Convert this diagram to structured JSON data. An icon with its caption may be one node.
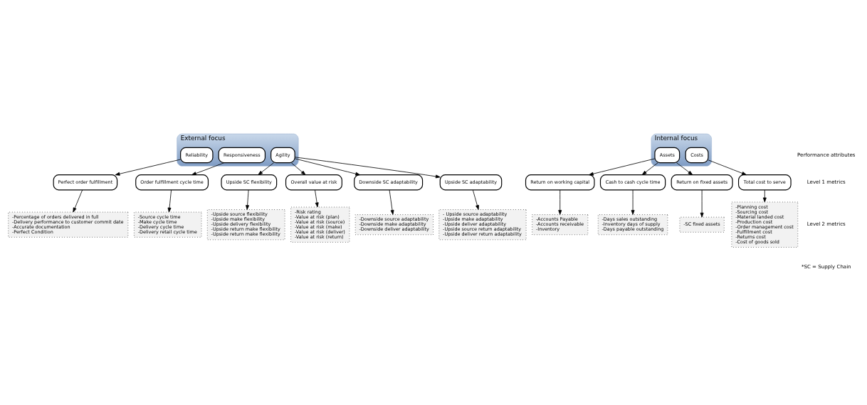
{
  "diagram": {
    "nodes": [
      {
        "text": [
          "External focus"
        ]
      },
      {
        "text": [
          "Reliability"
        ],
        "in": 0
      },
      {
        "text": [
          "Responsiveness"
        ],
        "in": 0
      },
      {
        "text": [
          "Agility"
        ],
        "in": 0
      },
      {
        "text": [
          "Internal focus"
        ]
      },
      {
        "text": [
          "Assets"
        ],
        "in": 4
      },
      {
        "text": [
          "Costs"
        ],
        "in": 4
      },
      {
        "text": [
          "Perfect order fulfillment"
        ]
      },
      {
        "text": [
          "Upside SC flexibility"
        ]
      },
      {
        "text": [
          "Overall value at risk"
        ]
      },
      {
        "text": [
          "Return on working capital"
        ]
      },
      {
        "text": [
          "Cash to cash cycle time"
        ]
      },
      {
        "text": [
          "Order fulfillment cycle time"
        ]
      },
      {
        "text": [
          "Downside SC adaptability"
        ]
      },
      {
        "text": [
          "Upside SC adaptability"
        ]
      },
      {
        "text": [
          "Return on fixed assets"
        ]
      },
      {
        "text": [
          "Total cost to serve"
        ]
      },
      {
        "text": [
          "-Percentage of orders delivered in full",
          "-Delivery performance to customer commit date",
          "-Accurate documentation",
          "-Perfect Condition"
        ]
      },
      {
        "text": [
          "-Upside source flexibility",
          "-Upside make flexibility",
          "-Upside delivery flexibility",
          "-Upside return make flexibility",
          "-Upside return make flexibility"
        ]
      },
      {
        "text": [
          "-Risk rating",
          "-Value at risk (plan)",
          "-Value at risk (source)",
          "-Value at risk (make)",
          "-Value at risk (deliver)",
          "-Value at risk (return)"
        ]
      },
      {
        "text": [
          "-Accounts Payable",
          "-Accounts receivable",
          "-Inventory"
        ]
      },
      {
        "text": [
          "-Days sales outstanding",
          "-Inventory days of supply",
          "-Days payable outstanding"
        ]
      },
      {
        "text": [
          "-SC fixed assets"
        ]
      },
      {
        "text": [
          "-Source cycle time",
          "-Make cycle time",
          "-Delivery cycle time",
          "-Delivery retail cycle time"
        ]
      },
      {
        "text": [
          "-Downside source adaptability",
          "-Downside make adaptability",
          "-Downside deliver adaptability"
        ]
      },
      {
        "text": [
          "- Upside source adaptability",
          "-Upside make adaptability",
          "-Upside deliver adaptability",
          "-Upside source return adaptability",
          "-Upside deliver return adaptability"
        ]
      },
      {
        "text": [
          "-Planning cost",
          "-Sourcing cost",
          "-Material landed cost",
          "-Production cost",
          "-Order management cost",
          "-Fulfillment cost",
          "-Returns cost",
          "-Cost of goods sold"
        ]
      }
    ],
    "edges": [
      {
        "from": 1,
        "to": 7,
        "arrow": "to"
      },
      {
        "from": 2,
        "to": 12,
        "arrow": "to"
      },
      {
        "from": 3,
        "to": 8,
        "arrow": "to"
      },
      {
        "from": 3,
        "to": 13,
        "arrow": "to"
      },
      {
        "from": 3,
        "to": 9,
        "arrow": "to"
      },
      {
        "from": 3,
        "to": 14,
        "arrow": "to"
      },
      {
        "from": 5,
        "to": 10,
        "arrow": "to"
      },
      {
        "from": 5,
        "to": 15,
        "arrow": "to"
      },
      {
        "from": 5,
        "to": 11,
        "arrow": "to"
      },
      {
        "from": 6,
        "to": 16,
        "arrow": "to"
      },
      {
        "from": 7,
        "to": 17,
        "arrow": "to"
      },
      {
        "from": 12,
        "to": 23,
        "arrow": "to"
      },
      {
        "from": 8,
        "to": 18,
        "arrow": "to"
      },
      {
        "from": 13,
        "to": 24,
        "arrow": "to"
      },
      {
        "from": 9,
        "to": 19,
        "arrow": "to"
      },
      {
        "from": 14,
        "to": 25,
        "arrow": "to"
      },
      {
        "from": 10,
        "to": 20,
        "arrow": "to"
      },
      {
        "from": 15,
        "to": 22,
        "arrow": "to"
      },
      {
        "from": 11,
        "to": 21,
        "arrow": "to"
      },
      {
        "from": 16,
        "to": 26,
        "arrow": "to"
      }
    ],
    "labels": [
      "Performance attributes",
      "Level 1 metrics",
      "Level 2 metrics",
      "*SC = Supply Chain"
    ]
  }
}
